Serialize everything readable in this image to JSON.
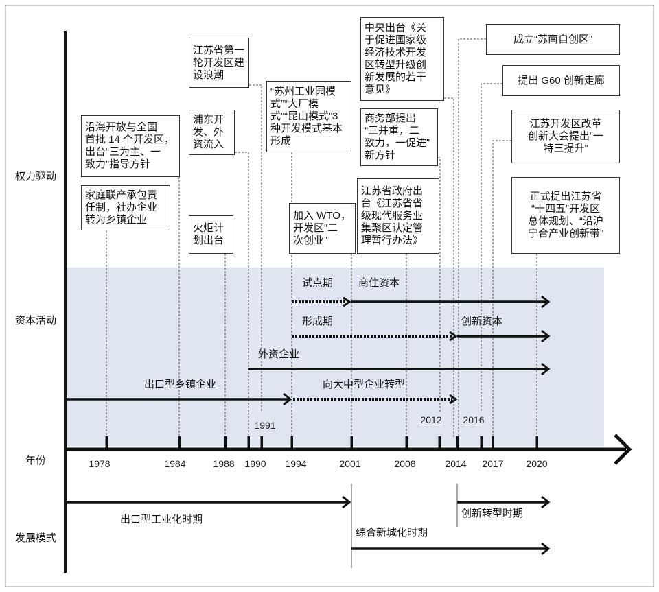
{
  "row_labels": {
    "power": "权力驱动",
    "capital": "资本活动",
    "year": "年份",
    "mode": "发展模式"
  },
  "axis_years": [
    "1978",
    "1984",
    "1988",
    "1990",
    "1994",
    "2001",
    "2008",
    "2014",
    "2017",
    "2020"
  ],
  "marked_years": [
    "1991",
    "2012",
    "2016"
  ],
  "events": {
    "coastal_opening": {
      "lines": [
        "沿海开放与全国",
        "首批 14 个开发区，",
        "出台“三为主、一",
        "致力”指导方针"
      ]
    },
    "household_contract": {
      "lines": [
        "家庭联产承包责",
        "任制，社办企业",
        "转为乡镇企业"
      ]
    },
    "jiangsu_first_wave": {
      "lines": [
        "江苏省第一",
        "轮开发区建",
        "设浪潮"
      ]
    },
    "pudong": {
      "lines": [
        "浦东开",
        "发、外",
        "资流入"
      ]
    },
    "torch_program": {
      "lines": [
        "火炬计",
        "划出台"
      ]
    },
    "three_models": {
      "lines": [
        "“苏州工业园模",
        "式”“大厂模",
        "式”“昆山模式”3",
        "种开发模式基本",
        "形成"
      ]
    },
    "wto": {
      "lines": [
        "加入 WTO，",
        "开发区“二",
        "次创业”"
      ]
    },
    "central_opinions": {
      "lines": [
        "中央出台《关",
        "于促进国家级",
        "经济技术开发",
        "区转型升级创",
        "新发展的若干",
        "意见》"
      ]
    },
    "mofcom_policy": {
      "lines": [
        "商务部提出",
        "“三并重，二",
        "致力，一促进”",
        "新方针"
      ]
    },
    "service_cluster": {
      "lines": [
        "江苏省政府出",
        "台《江苏省省",
        "级现代服务业",
        "集聚区认定管",
        "理暂行办法》"
      ]
    },
    "sunan_zone": {
      "lines": [
        "成立“苏南自创区”"
      ]
    },
    "g60": {
      "lines": [
        "提出 G60 创新走廊"
      ]
    },
    "reform_conference": {
      "lines": [
        "江苏开发区改革",
        "创新大会提出“一",
        "特三提升”"
      ]
    },
    "fourteenth_plan": {
      "lines": [
        "正式提出江苏省",
        "“十四五”开发区",
        "总体规划、“沿沪",
        "宁合产业创新带”"
      ]
    }
  },
  "capital": {
    "pilot_phase": "试点期",
    "commercial_capital": "商住资本",
    "formation_phase": "形成期",
    "innovation_capital": "创新资本",
    "foreign_enterprise": "外资企业",
    "export_township": "出口型乡镇企业",
    "transition": "向大中型企业转型"
  },
  "modes": {
    "export_industrial": "出口型工业化时期",
    "new_urban": "综合新城化时期",
    "innovation_transition": "创新转型时期"
  },
  "colors": {
    "band": "#dfe6ef",
    "ink": "#111111",
    "connector": "#555555"
  }
}
